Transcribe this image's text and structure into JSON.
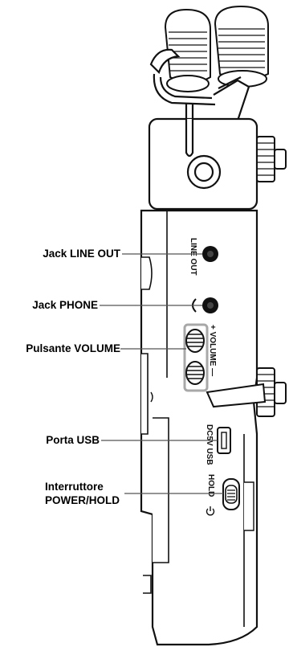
{
  "device_markings": {
    "line_out": "LINE OUT",
    "volume": "+ VOLUME —",
    "usb": "DC5V USB",
    "hold": "HOLD"
  },
  "callouts": {
    "line_out": "Jack LINE OUT",
    "phone": "Jack PHONE",
    "volume": "Pulsante VOLUME",
    "usb": "Porta USB",
    "power_hold_line1": "Interruttore",
    "power_hold_line2": "POWER/HOLD"
  },
  "colors": {
    "outline": "#111111",
    "highlight": "#a8a8a8",
    "background": "#ffffff"
  }
}
